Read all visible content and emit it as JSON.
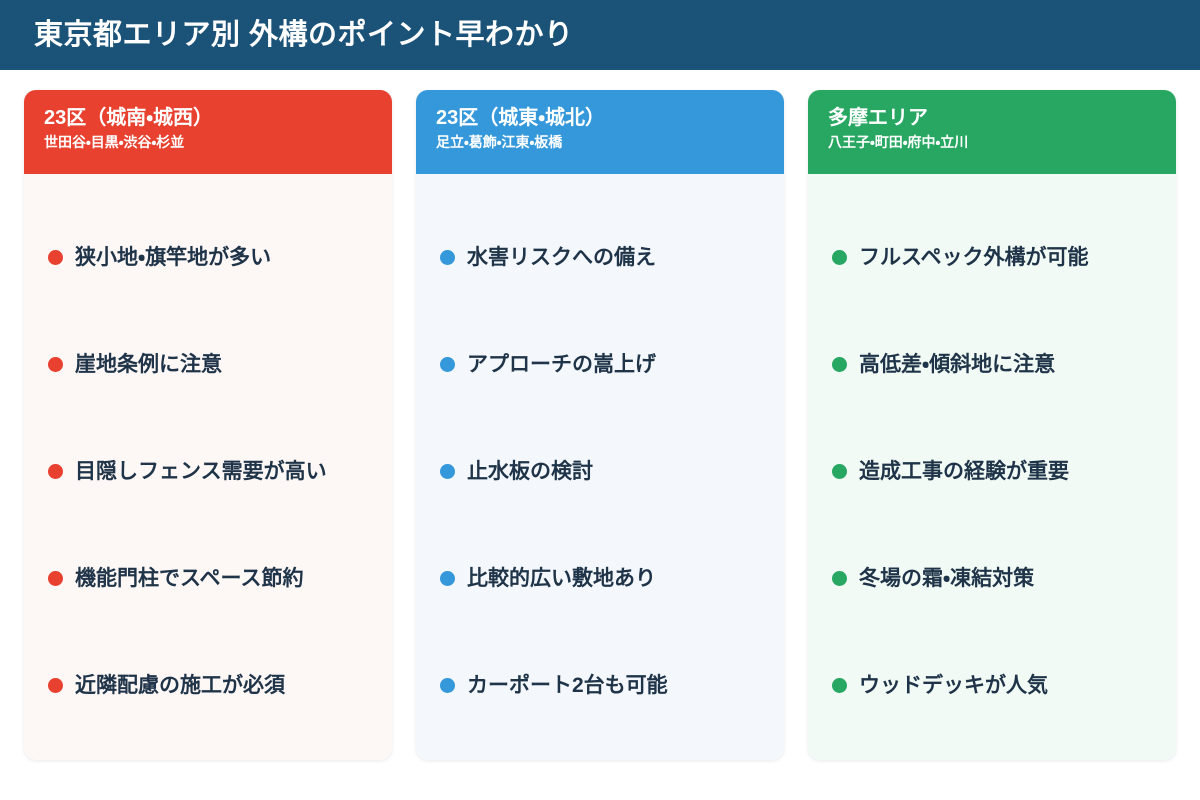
{
  "header": {
    "title": "東京都エリア別 外構のポイント早わかり",
    "background_color": "#1b5278",
    "text_color": "#ffffff"
  },
  "cards": [
    {
      "id": "tokyo-23-south-west",
      "title": "23区（城南・城西）",
      "subtitle": "世田谷・目黒・渋谷・杉並",
      "accent_color": "#e8412f",
      "body_color": "#fdf7f6",
      "points": [
        "狭小地・旗竿地が多い",
        "崖地条例に注意",
        "目隠しフェンス需要が高い",
        "機能門柱でスペース節約",
        "近隣配慮の施工が必須"
      ]
    },
    {
      "id": "tokyo-23-east-north",
      "title": "23区（城東・城北）",
      "subtitle": "足立・葛飾・江東・板橋",
      "accent_color": "#3498db",
      "body_color": "#f4f8fc",
      "points": [
        "水害リスクへの備え",
        "アプローチの嵩上げ",
        "止水板の検討",
        "比較的広い敷地あり",
        "カーポート2台も可能"
      ]
    },
    {
      "id": "tama-area",
      "title": "多摩エリア",
      "subtitle": "八王子・町田・府中・立川",
      "accent_color": "#27a762",
      "body_color": "#f2faf5",
      "points": [
        "フルスペック外構が可能",
        "高低差・傾斜地に注意",
        "造成工事の経験が重要",
        "冬場の霜・凍結対策",
        "ウッドデッキが人気"
      ]
    }
  ]
}
